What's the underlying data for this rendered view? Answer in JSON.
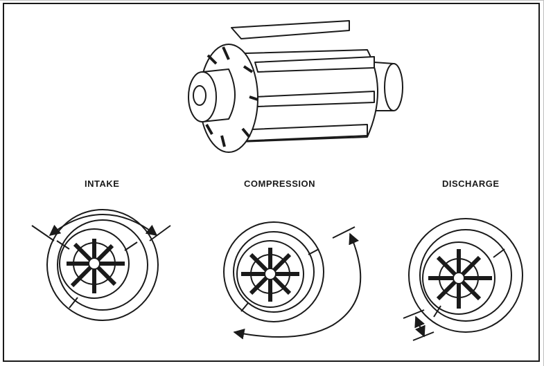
{
  "labels": {
    "intake": "INTAKE",
    "compression": "COMPRESSION",
    "discharge": "DISCHARGE"
  },
  "colors": {
    "ink": "#1a1a1a",
    "paper": "#ffffff"
  }
}
